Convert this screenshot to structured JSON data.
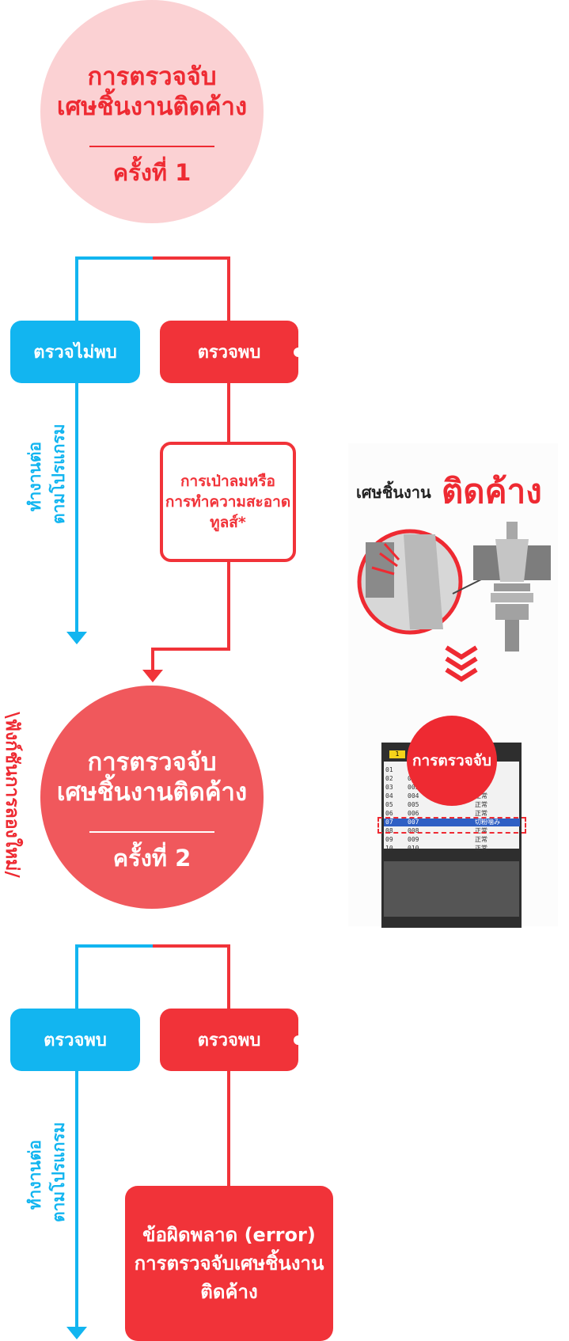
{
  "circle1": {
    "title_line1": "การตรวจจับ",
    "title_line2": "เศษชิ้นงานติดค้าง",
    "count": "ครั้งที่ 1"
  },
  "circle2": {
    "title_line1": "การตรวจจับ",
    "title_line2": "เศษชิ้นงานติดค้าง",
    "count": "ครั้งที่ 2"
  },
  "stage1": {
    "not_found": "ตรวจไม่พบ",
    "found": "ตรวจพบ",
    "continue_program": [
      "ทำงานต่อ",
      "ตามโปรแกรม"
    ],
    "action_line1": "การเป่าลมหรือ",
    "action_line2": "การทำความสะอาด",
    "action_line3": "ทูลส์*"
  },
  "stage2": {
    "left_label": "ตรวจพบ",
    "found": "ตรวจพบ",
    "continue_program": [
      "ทำงานต่อ",
      "ตามโปรแกรม"
    ],
    "error_line1": "ข้อผิดพลาด (error)",
    "error_line2": "การตรวจจับเศษชิ้นงาน",
    "error_line3": "ติดค้าง"
  },
  "side_note": "\\ฟังก์ชันการลองใหม่/",
  "illustration": {
    "caption_small": "เศษชิ้นงาน",
    "caption_big": "ติดค้าง",
    "badge": "การตรวจจับ",
    "screen_tab": "1",
    "screen_rows": [
      {
        "no": "01",
        "id": "001",
        "status": ""
      },
      {
        "no": "02",
        "id": "002",
        "status": ""
      },
      {
        "no": "03",
        "id": "003",
        "status": ""
      },
      {
        "no": "04",
        "id": "004",
        "status": "正常"
      },
      {
        "no": "05",
        "id": "005",
        "status": "正常"
      },
      {
        "no": "06",
        "id": "006",
        "status": "正常"
      },
      {
        "no": "07",
        "id": "007",
        "status": "切粉噛み"
      },
      {
        "no": "08",
        "id": "008",
        "status": "正常"
      },
      {
        "no": "09",
        "id": "009",
        "status": "正常"
      },
      {
        "no": "10",
        "id": "010",
        "status": "正常"
      }
    ]
  },
  "colors": {
    "blue": "#12b5f0",
    "red": "#f13339",
    "pink": "#fbd1d3",
    "coral": "#f0585c"
  }
}
